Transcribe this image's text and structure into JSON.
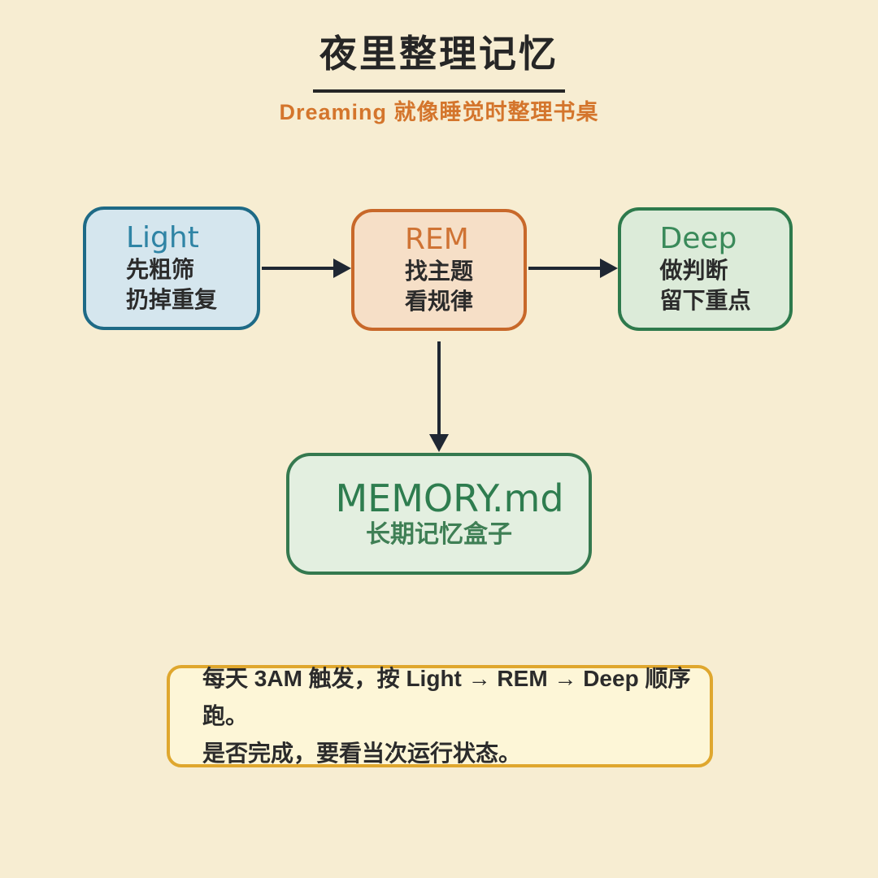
{
  "page": {
    "title": "夜里整理记忆",
    "subtitle": "Dreaming 就像睡觉时整理书桌",
    "background_color": "#f7edd2",
    "title_color": "#262626",
    "subtitle_color": "#d4752c",
    "arrow_color": "#1f2733"
  },
  "flow": {
    "nodes": [
      {
        "id": "light",
        "label": "Light",
        "lines": [
          "先粗筛",
          "扔掉重复"
        ],
        "fill": "#d5e6ee",
        "border": "#1e6a86",
        "label_color": "#2f84a5"
      },
      {
        "id": "rem",
        "label": "REM",
        "lines": [
          "找主题",
          "看规律"
        ],
        "fill": "#f6dfc7",
        "border": "#c8682a",
        "label_color": "#cf7334"
      },
      {
        "id": "deep",
        "label": "Deep",
        "lines": [
          "做判断",
          "留下重点"
        ],
        "fill": "#dcebd9",
        "border": "#2e7a4c",
        "label_color": "#3a8a5a"
      }
    ],
    "memory_node": {
      "label": "MEMORY.md",
      "subtitle": "长期记忆盒子",
      "fill": "#e3efe0",
      "border": "#35794f",
      "label_color": "#2e7d4f"
    },
    "connections": [
      "light-to-rem",
      "rem-to-deep",
      "rem-to-memory"
    ]
  },
  "note": {
    "lines": [
      "每天 3AM 触发，按 Light → REM → Deep 顺序跑。",
      "是否完成，要看当次运行状态。"
    ],
    "fill": "#fdf6d7",
    "border": "#dfa72e"
  }
}
